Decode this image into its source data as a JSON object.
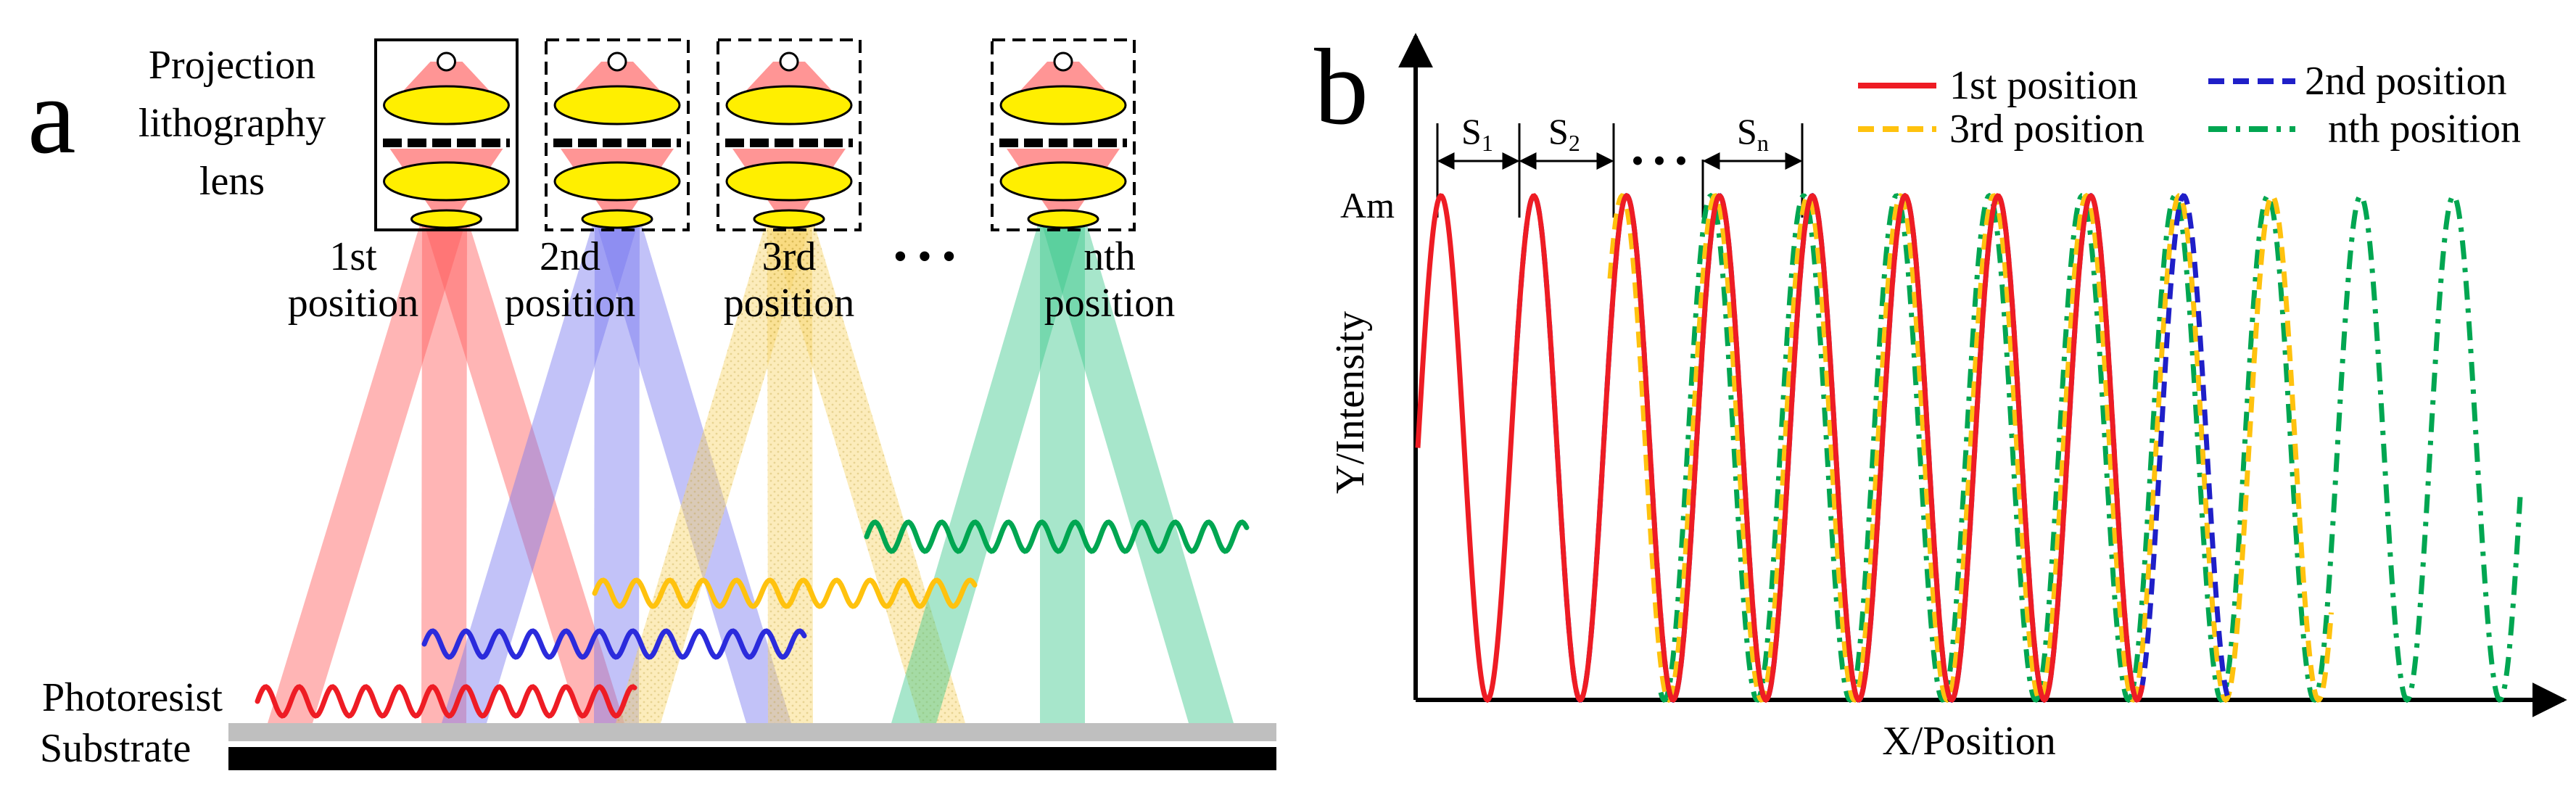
{
  "panel_a": {
    "label": "a",
    "lens_label_lines": [
      "Projection",
      "lithography",
      "lens"
    ],
    "positions": [
      {
        "line1": "1st",
        "line2": "position",
        "color": "#ff5a5a",
        "wave_color": "#ee1c24"
      },
      {
        "line1": "2nd",
        "line2": "position",
        "color": "#7878f0",
        "wave_color": "#2b2bdc"
      },
      {
        "line1": "3rd",
        "line2": "position",
        "color": "#f8d468",
        "wave_color": "#ffc20e"
      },
      {
        "line1": "nth",
        "line2": "position",
        "color": "#3cc88c",
        "wave_color": "#00a651"
      }
    ],
    "ellipsis": "• • •",
    "photoresist_label": "Photoresist",
    "substrate_label": "Substrate"
  },
  "panel_b": {
    "label": "b",
    "ylabel": "Y/Intensity",
    "xlabel": "X/Position",
    "amplitude_label": "Am",
    "shift_labels": [
      {
        "main": "S",
        "sub": "1"
      },
      {
        "main": "S",
        "sub": "2"
      },
      {
        "main": "S",
        "sub": "n"
      }
    ],
    "shift_ellipsis": "• • •",
    "legend": [
      {
        "label": "1st position",
        "color": "#ee1c24",
        "dash": "solid"
      },
      {
        "label": "2nd position",
        "color": "#1f1fc8",
        "dash": "dash"
      },
      {
        "label": "3rd position",
        "color": "#ffc20e",
        "dash": "dash"
      },
      {
        "label": "nth position",
        "color": "#00a651",
        "dash": "dashdot"
      }
    ]
  }
}
